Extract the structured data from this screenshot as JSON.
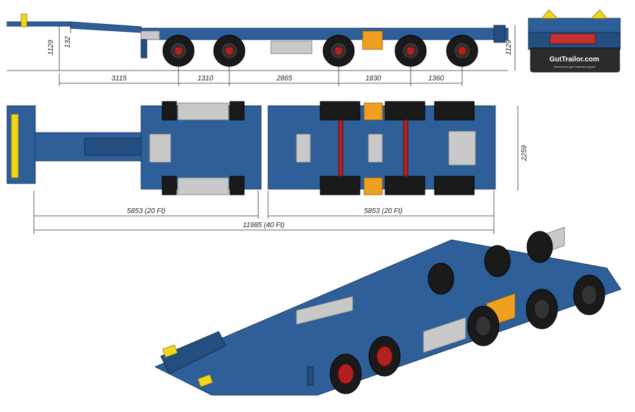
{
  "dimensions": {
    "side_view": {
      "height_1": "1129",
      "height_2": "132",
      "seg_1": "3115",
      "seg_2": "1310",
      "seg_3": "2865",
      "seg_4": "1830",
      "seg_5": "1360"
    },
    "rear_view": {
      "height": "1129",
      "plate_brand": "GutTrailor.com",
      "plate_sub": "Технологии для тяжёлых грузов"
    },
    "top_view": {
      "width": "2259",
      "front_section": "5853 (20 Ft)",
      "rear_section": "5853 (20 Ft)",
      "total_length": "11985 (40 Ft)"
    }
  },
  "colors": {
    "frame": "#2f5f99",
    "frame_dark": "#244d80",
    "tire": "#1a1a1a",
    "hub": "#b32020",
    "accent_orange": "#f0a020",
    "accent_yellow": "#f2d61a",
    "light_grey": "#c9c9c9"
  }
}
